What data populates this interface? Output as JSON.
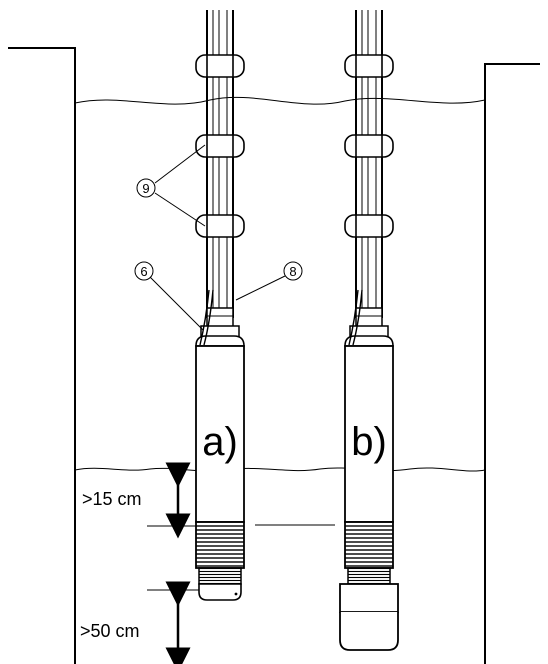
{
  "labels": {
    "pump_a": "a)",
    "pump_b": "b)",
    "dim_upper": ">15 cm",
    "dim_lower": ">50 cm",
    "callout_6": "6",
    "callout_8": "8",
    "callout_9": "9"
  },
  "colors": {
    "stroke": "#000000",
    "background": "#ffffff"
  }
}
